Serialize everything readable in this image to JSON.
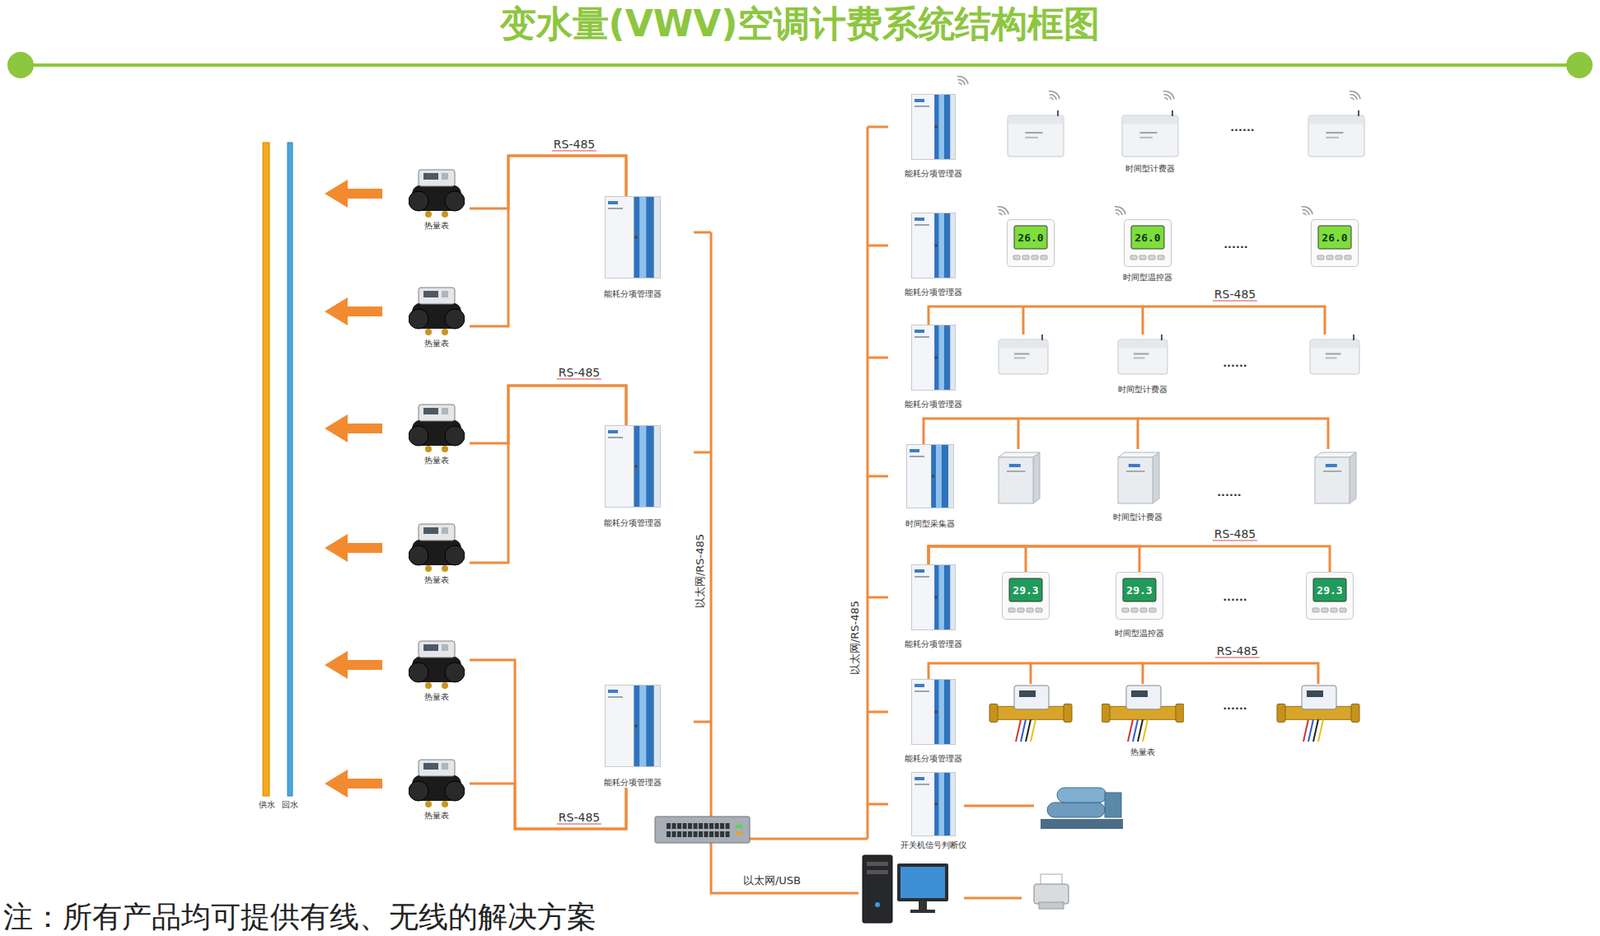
{
  "diagram": {
    "title": "变水量(VWV)空调计费系统结构框图",
    "nodes": [
      {
        "text": [
          "热量表"
        ]
      },
      {
        "text": [
          "热量表"
        ]
      },
      {
        "text": [
          "热量表"
        ]
      },
      {
        "text": [
          "热量表"
        ]
      },
      {
        "text": [
          "热量表"
        ]
      },
      {
        "text": [
          "热量表"
        ]
      },
      {
        "text": [
          "能耗分项管理器"
        ]
      },
      {
        "text": [
          "能耗分项管理器"
        ]
      },
      {
        "text": [
          "能耗分项管理器"
        ]
      },
      {
        "text": [
          "能耗分项管理器"
        ]
      },
      {
        "text": [
          "时间型计费器"
        ]
      },
      {
        "text": [
          "能耗分项管理器"
        ]
      },
      {
        "text": [
          "26.0"
        ]
      },
      {
        "text": [
          "26.0",
          "时间型温控器"
        ]
      },
      {
        "text": [
          "26.0"
        ]
      },
      {
        "text": [
          "能耗分项管理器"
        ]
      },
      {
        "text": [
          "时间型计费器"
        ]
      },
      {
        "text": [
          "时间型采集器"
        ]
      },
      {
        "text": [
          "时间型计费器"
        ]
      },
      {
        "text": [
          "能耗分项管理器"
        ]
      },
      {
        "text": [
          "29.3"
        ]
      },
      {
        "text": [
          "29.3",
          "时间型温控器"
        ]
      },
      {
        "text": [
          "29.3"
        ]
      },
      {
        "text": [
          "能耗分项管理器"
        ]
      },
      {
        "text": [
          "热量表"
        ]
      },
      {
        "text": [
          "开关机信号判断仪"
        ]
      }
    ],
    "edges": [
      {
        "from": 0,
        "to": 6,
        "label": "RS-485",
        "arrow": "none"
      },
      {
        "from": 1,
        "to": 6,
        "arrow": "none"
      },
      {
        "from": 2,
        "to": 7,
        "label": "RS-485",
        "arrow": "none"
      },
      {
        "from": 3,
        "to": 7,
        "arrow": "none"
      },
      {
        "from": 4,
        "to": 8,
        "arrow": "none"
      },
      {
        "from": 5,
        "to": 8,
        "label": "RS-485",
        "arrow": "none"
      },
      {
        "from": 15,
        "to": 16,
        "label": "RS-485",
        "arrow": "none"
      },
      {
        "from": 17,
        "to": 18,
        "arrow": "none"
      },
      {
        "from": 19,
        "to": 20,
        "arrow": "none"
      },
      {
        "from": 19,
        "to": 21,
        "arrow": "none"
      },
      {
        "from": 19,
        "to": 22,
        "label": "RS-485",
        "arrow": "none"
      },
      {
        "from": 23,
        "to": 24,
        "label": "RS-485",
        "arrow": "none"
      }
    ],
    "labels": [
      "供水",
      "回水",
      "以太网/RS-485",
      "以太网/RS-485",
      "以太网/USB",
      "......",
      "......",
      "......",
      "......",
      "......",
      "......",
      "注：所有产品均可提供有线、无线的解决方案"
    ]
  }
}
